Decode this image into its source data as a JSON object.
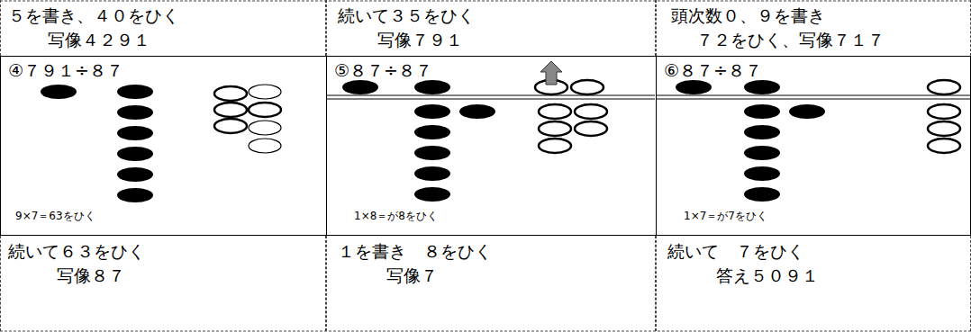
{
  "diagram": {
    "nodes": [
      {
        "text": [
          "５を書き、４０をひく",
          "写像４２９１"
        ]
      },
      {
        "text": [
          "続いて３５をひく",
          "写像７９１"
        ]
      },
      {
        "text": [
          "頭次数０、９を書き",
          "７２をひく、写像７１７"
        ]
      },
      {
        "text": [
          "④７９１÷８７",
          "9×7＝63をひく"
        ]
      },
      {
        "text": [
          "⑤８７÷８７",
          "1×8＝が8をひく"
        ]
      },
      {
        "text": [
          "⑥８７÷８７",
          "1×7＝が7をひく"
        ]
      },
      {
        "text": [
          "続いて６３をひく",
          "写像８７"
        ]
      },
      {
        "text": [
          "１を書き　８をひく",
          "写像７"
        ]
      },
      {
        "text": [
          "続いて　７をひく",
          "答え５０９１"
        ]
      }
    ]
  }
}
